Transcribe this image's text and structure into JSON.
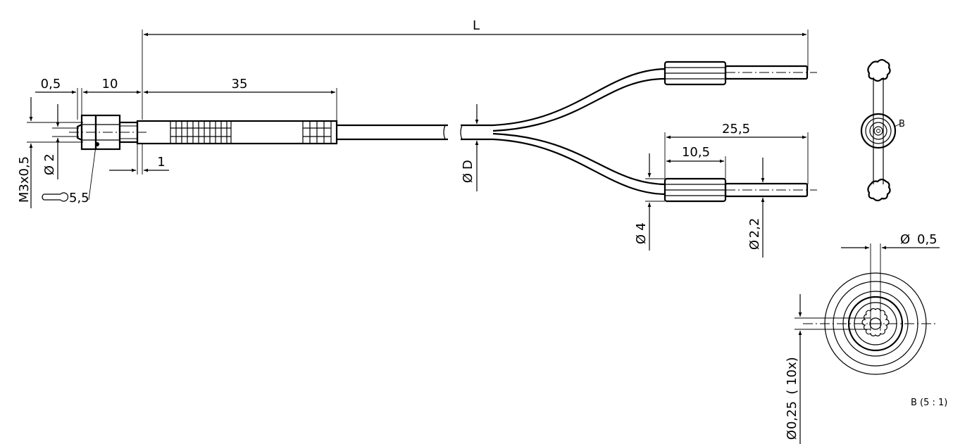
{
  "drawing": {
    "labels": {
      "L": "L",
      "d_0_5": "0,5",
      "d_10": "10",
      "d_35": "35",
      "d_1": "1",
      "d_m3": "M3x0,5",
      "d_dia2": "2",
      "d_wrench": "5,5",
      "d_D": "D",
      "d_25_5": "25,5",
      "d_10_5": "10,5",
      "d_dia4": "4",
      "d_dia2_2": "2,2",
      "d_dia0_5": "0,5",
      "d_dia0_25": "0,25",
      "d_10x": "( 10x)",
      "view_b_marker": "B",
      "view_b_caption": "B (5 : 1)",
      "diameter_symbol": "Ø"
    }
  }
}
